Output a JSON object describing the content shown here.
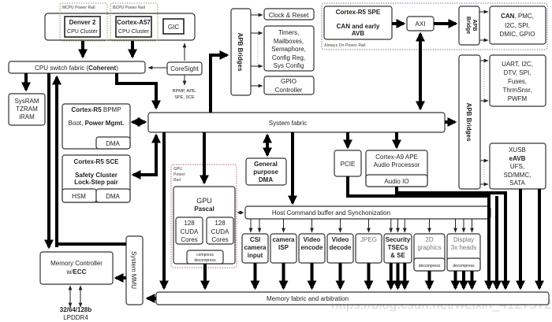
{
  "diagram": {
    "power_rails": {
      "mcpu": "MCPU Power Rail",
      "bcpu": "BCPU Power Rail",
      "gpu": [
        "GPU",
        "Power",
        "Rail"
      ],
      "always_on": "Always On Power Rail"
    },
    "cpu_complex": {
      "denver": {
        "title": "Denver 2",
        "subtitle": "CPU Cluster"
      },
      "a57": {
        "title": "Cortex-A57",
        "subtitle": "CPU Cluster"
      },
      "gic": "GIC"
    },
    "cpu_switch_fabric": {
      "prefix": "CPU switch fabric (",
      "bold": "Coherent",
      "suffix": ")"
    },
    "coresight": {
      "label": "CoreSight",
      "targets": [
        "BPMP, APE,",
        "SPE, SCE"
      ]
    },
    "sysram": [
      "SysRAM",
      "TZRAM",
      "iRAM"
    ],
    "bpmp": {
      "title_bold": "Cortex-R5",
      "title_rest": " BPMP",
      "desc_pre": "Boot, ",
      "desc_bold": "Power Mgmt.",
      "dma": "DMA"
    },
    "sce": {
      "title": "Cortex-R5 SCE",
      "desc": [
        "Safety Cluster",
        "Lock-Step pair"
      ],
      "hsm": "HSM",
      "dma": "DMA"
    },
    "apb_bridges_top": "APB Bridges",
    "apb_targets_top": {
      "clock_reset": "Clock & Reset",
      "timers": [
        "Timers,",
        "Mailboxes,",
        "Semaphore,",
        "Config Reg,",
        "Sys Config"
      ],
      "gpio": [
        "GPIO",
        "Controller"
      ]
    },
    "spe": {
      "title": "Cortex-R5 SPE",
      "desc": [
        "CAN and early",
        "AVB"
      ]
    },
    "axi": "AXI",
    "apb_bridge_aon": [
      "APB",
      "Bridge"
    ],
    "aon_peripherals": {
      "bold": "CAN",
      "lines": [
        ", PMC,",
        "I2C, SPI,",
        "DMIC, GPIO"
      ]
    },
    "apb_bridges_right": "APB Bridges",
    "uart_group": [
      "UART, I2C,",
      "DTV, SPI,",
      "Fuses,",
      "ThrmSnsr,",
      "PWFM"
    ],
    "xusb_group": {
      "line1": "XUSB",
      "bold": "eAVB",
      "rest": [
        "UFS,",
        "SD/MMC,",
        "SATA"
      ]
    },
    "system_fabric": "System fabric",
    "gp_dma": [
      "General",
      "purpose",
      "DMA"
    ],
    "pcie": "PCIE",
    "ape": {
      "lines": [
        "Cortex-A9 APE",
        "Audio Processor"
      ],
      "io": "Audio IO"
    },
    "gpu": {
      "title": "GPU",
      "arch": "Pascal",
      "cores": [
        [
          "128",
          "CUDA",
          "Cores"
        ],
        [
          "128",
          "CUDA",
          "Cores"
        ]
      ],
      "compress": [
        "compress",
        "decompress"
      ]
    },
    "host": "Host   Command buffer and Synchonization",
    "engines": [
      {
        "lines": [
          "CSI",
          "camera",
          "input"
        ],
        "bold": true
      },
      {
        "lines": [
          "camera",
          "ISP"
        ],
        "bold": true
      },
      {
        "lines": [
          "Video",
          "encode"
        ],
        "bold": true
      },
      {
        "lines": [
          "Video",
          "decode"
        ],
        "bold": true
      },
      {
        "lines": [
          "JPEG"
        ],
        "bold": false
      },
      {
        "lines": [
          "Security",
          "TSECs",
          "& SE"
        ],
        "bold": true
      },
      {
        "lines": [
          "2D",
          "graphics"
        ],
        "bold": false,
        "sub": "decompress"
      },
      {
        "lines": [
          "Display",
          "3x heads"
        ],
        "bold": false,
        "sub": "decompress"
      }
    ],
    "memory_controller": {
      "line1": "Memory Controller",
      "pre": "w/",
      "bold": "ECC"
    },
    "system_mmu": "System MMU",
    "lpddr": [
      "32/64/128b",
      "LPDDR4"
    ],
    "memory_fabric": "Memory fabric and arbitration",
    "watermark": "https://blog.csdn.net/weixin_41275726"
  }
}
